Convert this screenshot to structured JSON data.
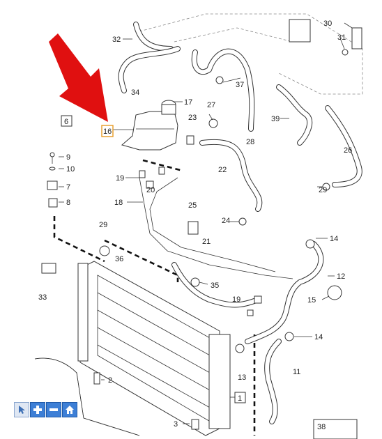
{
  "diagram": {
    "callouts": [
      "1",
      "2",
      "3",
      "6",
      "7",
      "8",
      "9",
      "10",
      "11",
      "12",
      "13",
      "14",
      "14",
      "15",
      "16",
      "17",
      "18",
      "19",
      "19",
      "20",
      "21",
      "22",
      "23",
      "24",
      "25",
      "26",
      "27",
      "28",
      "29",
      "29",
      "30",
      "31",
      "32",
      "33",
      "34",
      "35",
      "36",
      "37",
      "38",
      "39"
    ]
  },
  "toolbar": {
    "buttons": [
      {
        "name": "select-tool-button",
        "icon": "cursor-icon"
      },
      {
        "name": "zoom-in-button",
        "icon": "plus-icon"
      },
      {
        "name": "zoom-out-button",
        "icon": "minus-icon"
      },
      {
        "name": "home-button",
        "icon": "home-icon"
      }
    ]
  }
}
